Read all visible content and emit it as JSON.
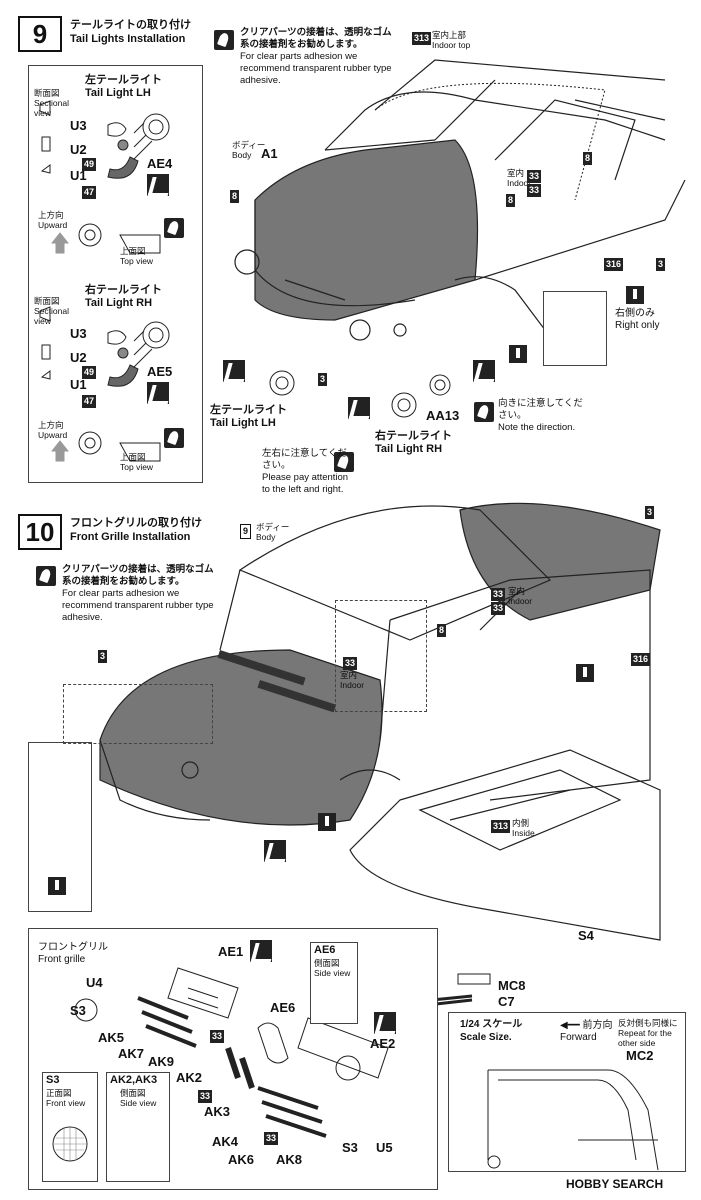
{
  "step9": {
    "number": "9",
    "title_jp": "テールライトの取り付け",
    "title_en": "Tail Lights Installation",
    "note_jp": "クリアパーツの接着は、透明なゴム系の接着剤をお勧めします。",
    "note_en": "For clear parts adhesion we recommend transparent rubber type adhesive.",
    "left_panel": {
      "sectional_jp": "断面図",
      "sectional_en": "Sectional view",
      "lh_jp": "左テールライト",
      "lh_en": "Tail Light  LH",
      "rh_jp": "右テールライト",
      "rh_en": "Tail Light  RH",
      "parts_lh": [
        "U3",
        "U2",
        "U1"
      ],
      "tags_lh": [
        "49",
        "47"
      ],
      "ae_lh": "AE4",
      "ae_rh": "AE5",
      "upward_jp": "上方向",
      "upward_en": "Upward",
      "top_jp": "上面図",
      "top_en": "Top view"
    },
    "body_jp": "ボディー",
    "body_en": "Body",
    "body_part": "A1",
    "indoor_top_jp": "室内上部",
    "indoor_top_en": "Indoor top",
    "indoor_jp": "室内",
    "indoor_en": "Indoor",
    "tag313": "313",
    "tag33": "33",
    "tag8": "8",
    "tag3": "3",
    "tag316": "316",
    "right_only_jp": "右側のみ",
    "right_only_en": "Right only",
    "lh_bottom_jp": "左テールライト",
    "lh_bottom_en": "Tail Light  LH",
    "rh_bottom_jp": "右テールライト",
    "rh_bottom_en": "Tail Light  RH",
    "aa13": "AA13",
    "direction_jp": "向きに注意してください。",
    "direction_en": "Note the direction.",
    "lr_attention_jp": "左右に注意してください。",
    "lr_attention_en": "Please pay attention to the left and right."
  },
  "step10": {
    "number": "10",
    "title_jp": "フロントグリルの取り付け",
    "title_en": "Front Grille Installation",
    "note_jp": "クリアパーツの接着は、透明なゴム系の接着剤をお勧めします。",
    "note_en": "For clear parts adhesion we recommend transparent rubber type adhesive.",
    "body_tag": "9",
    "body_jp": "ボディー",
    "body_en": "Body",
    "indoor_jp": "室内",
    "indoor_en": "Indoor",
    "inside_jp": "内側",
    "inside_en": "Inside",
    "s4": "S4",
    "mc8": "MC8",
    "c7": "C7",
    "grille_jp": "フロントグリル",
    "grille_en": "Front grille",
    "grille_parts": [
      "AE1",
      "U4",
      "S3",
      "AK5",
      "AK7",
      "AK9",
      "AE6",
      "AK2",
      "AK3",
      "AE2",
      "AK4",
      "AK6",
      "AK8",
      "S3",
      "U5"
    ],
    "ae6_side_jp": "側面図",
    "ae6_side_en": "Side view",
    "s3_front_jp": "正面図",
    "s3_front_en": "Front view",
    "ak23_title": "AK2,AK3",
    "ak23_side_jp": "側面図",
    "ak23_side_en": "Side view",
    "scale_jp": "1/24 スケール",
    "scale_en": "Scale Size.",
    "forward_jp": "前方向",
    "forward_en": "Forward",
    "repeat_jp": "反対側も同様に",
    "repeat_en": "Repeat for the other side",
    "mc2": "MC2"
  },
  "watermark": "HOBBY SEARCH"
}
